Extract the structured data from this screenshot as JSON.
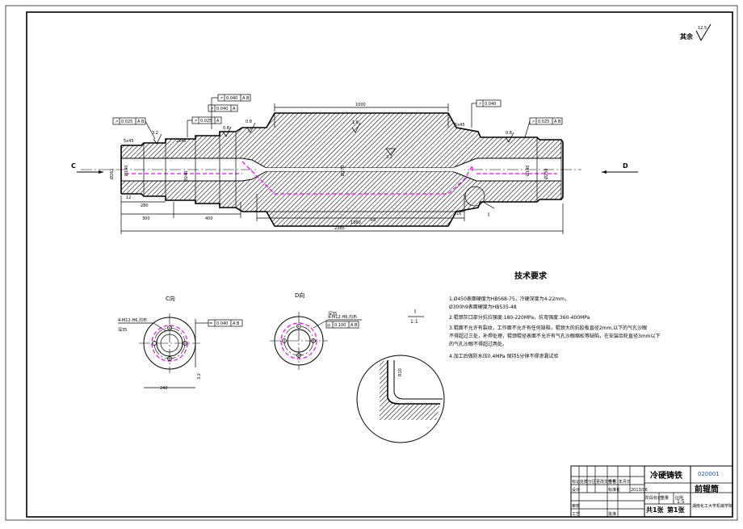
{
  "general_finish": "其余",
  "roughness_general": "12.5",
  "view_c_label": "C",
  "view_d_label": "D",
  "roughness": [
    "3.2",
    "0.8",
    "1.6",
    "0.8",
    "0.8",
    "3.2"
  ],
  "tolerance_frames": [
    {
      "sym": "↗",
      "val": "0.025",
      "datum": "A B"
    },
    {
      "sym": "↗",
      "val": "0.040",
      "datum": "A B"
    },
    {
      "sym": "↗",
      "val": "0.040",
      "datum": "A"
    },
    {
      "sym": "↗",
      "val": "0.025",
      "datum": "A"
    },
    {
      "sym": "↗",
      "val": "0.040",
      "datum": ""
    },
    {
      "sym": "↗",
      "val": "0.025",
      "datum": "A B"
    }
  ],
  "dims": {
    "d1000": "1000",
    "c5x45_left": "5x45",
    "c2x45": "2x45",
    "c5x45_right": "5x45",
    "d300": "300",
    "d400": "400",
    "d2385": "2385",
    "d1360": "1360",
    "d1360_tol": "+0",
    "d12": "12",
    "d280": "280",
    "d16": "16",
    "d_dia_left": "Ø262",
    "d_dia_inner": "Ø140",
    "d_dia_mid": "Ø240",
    "d_dia_bore": "Ø270",
    "d_dia_right": "Ø140",
    "d_dia_right2": "Ø250",
    "section_mark": "I"
  },
  "tech": {
    "title": "技术要求",
    "lines": [
      "1.Ø450表面硬度为HBS68-75，冷硬深度为4-22mm，",
      "  Ø300h9表面硬度为HBS35-48",
      "2.辊颈灰口部分抗拉强度:180-220MPa，抗弯强度:360-400MPa",
      "3.辊面不允许有裂纹，工作面不允许有任何缺陷，辊颈大的抗胶板直径2mm,以下的气孔沙眼",
      "  不得超过三处，补焊处理，辊颈辊径表面不允许有气孔沙眼缩松等缺陷，在安装齿轮直径3mm以下",
      "  的气孔沙眼不得超过两处。",
      "4.加工后做防水压0.4MPa 保持5分钟不得渗漏试验"
    ]
  },
  "view_c": {
    "title": "C向",
    "thread_note": "4-M12-H6,均布",
    "depth_note": "深35",
    "frame": "0.040",
    "frame_datum": "A B",
    "dim_bottom": "240",
    "dim_side": "3.2"
  },
  "view_d": {
    "title": "D向",
    "thread_note": "4-M12-H6,均布",
    "depth_note": "深35",
    "frame": "0.100",
    "frame_datum": "A B"
  },
  "detail": {
    "label": "I",
    "scale": "1:1",
    "note": "R10"
  },
  "title_block": {
    "material": "冷硬铸铁",
    "drawing_no": "020001",
    "part_name": "前辊筒",
    "scale_val": "1:5",
    "sheets": "共1张",
    "sheet_no": "第1张",
    "school": "湖南化工大学机械学院",
    "h_design": "设计",
    "h_check": "审核",
    "h_process": "工艺",
    "h_std": "标准化",
    "h_approve": "批准",
    "h_stage": "阶段标记",
    "h_weight": "重量",
    "h_ratio": "比例",
    "h_mark": "标记",
    "h_count": "处数",
    "h_zone": "分区",
    "h_docno": "更改文件号",
    "h_sign": "签名",
    "h_date": "年月日",
    "date_val": "2013/06"
  }
}
